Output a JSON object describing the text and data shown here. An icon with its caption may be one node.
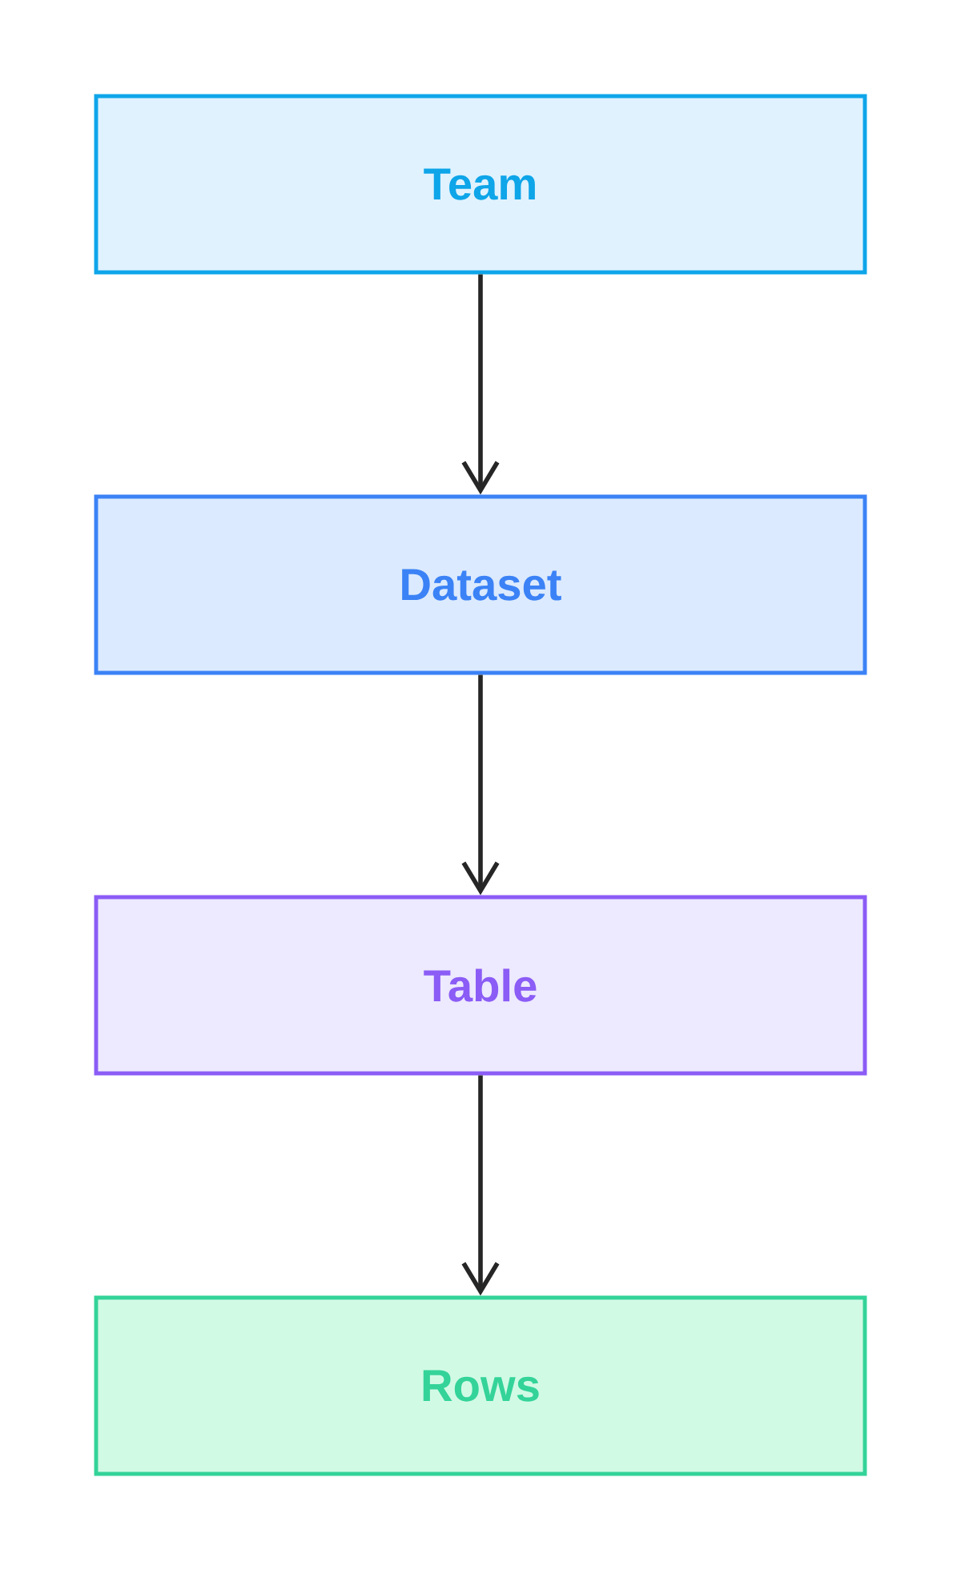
{
  "diagram": {
    "nodes": [
      {
        "text": [
          "Team"
        ]
      },
      {
        "text": [
          "Dataset"
        ]
      },
      {
        "text": [
          "Table"
        ]
      },
      {
        "text": [
          "Rows"
        ]
      }
    ],
    "edges": [
      {
        "from": 0,
        "to": 1,
        "arrow": "to"
      },
      {
        "from": 1,
        "to": 2,
        "arrow": "to"
      },
      {
        "from": 2,
        "to": 3,
        "arrow": "to"
      }
    ]
  }
}
